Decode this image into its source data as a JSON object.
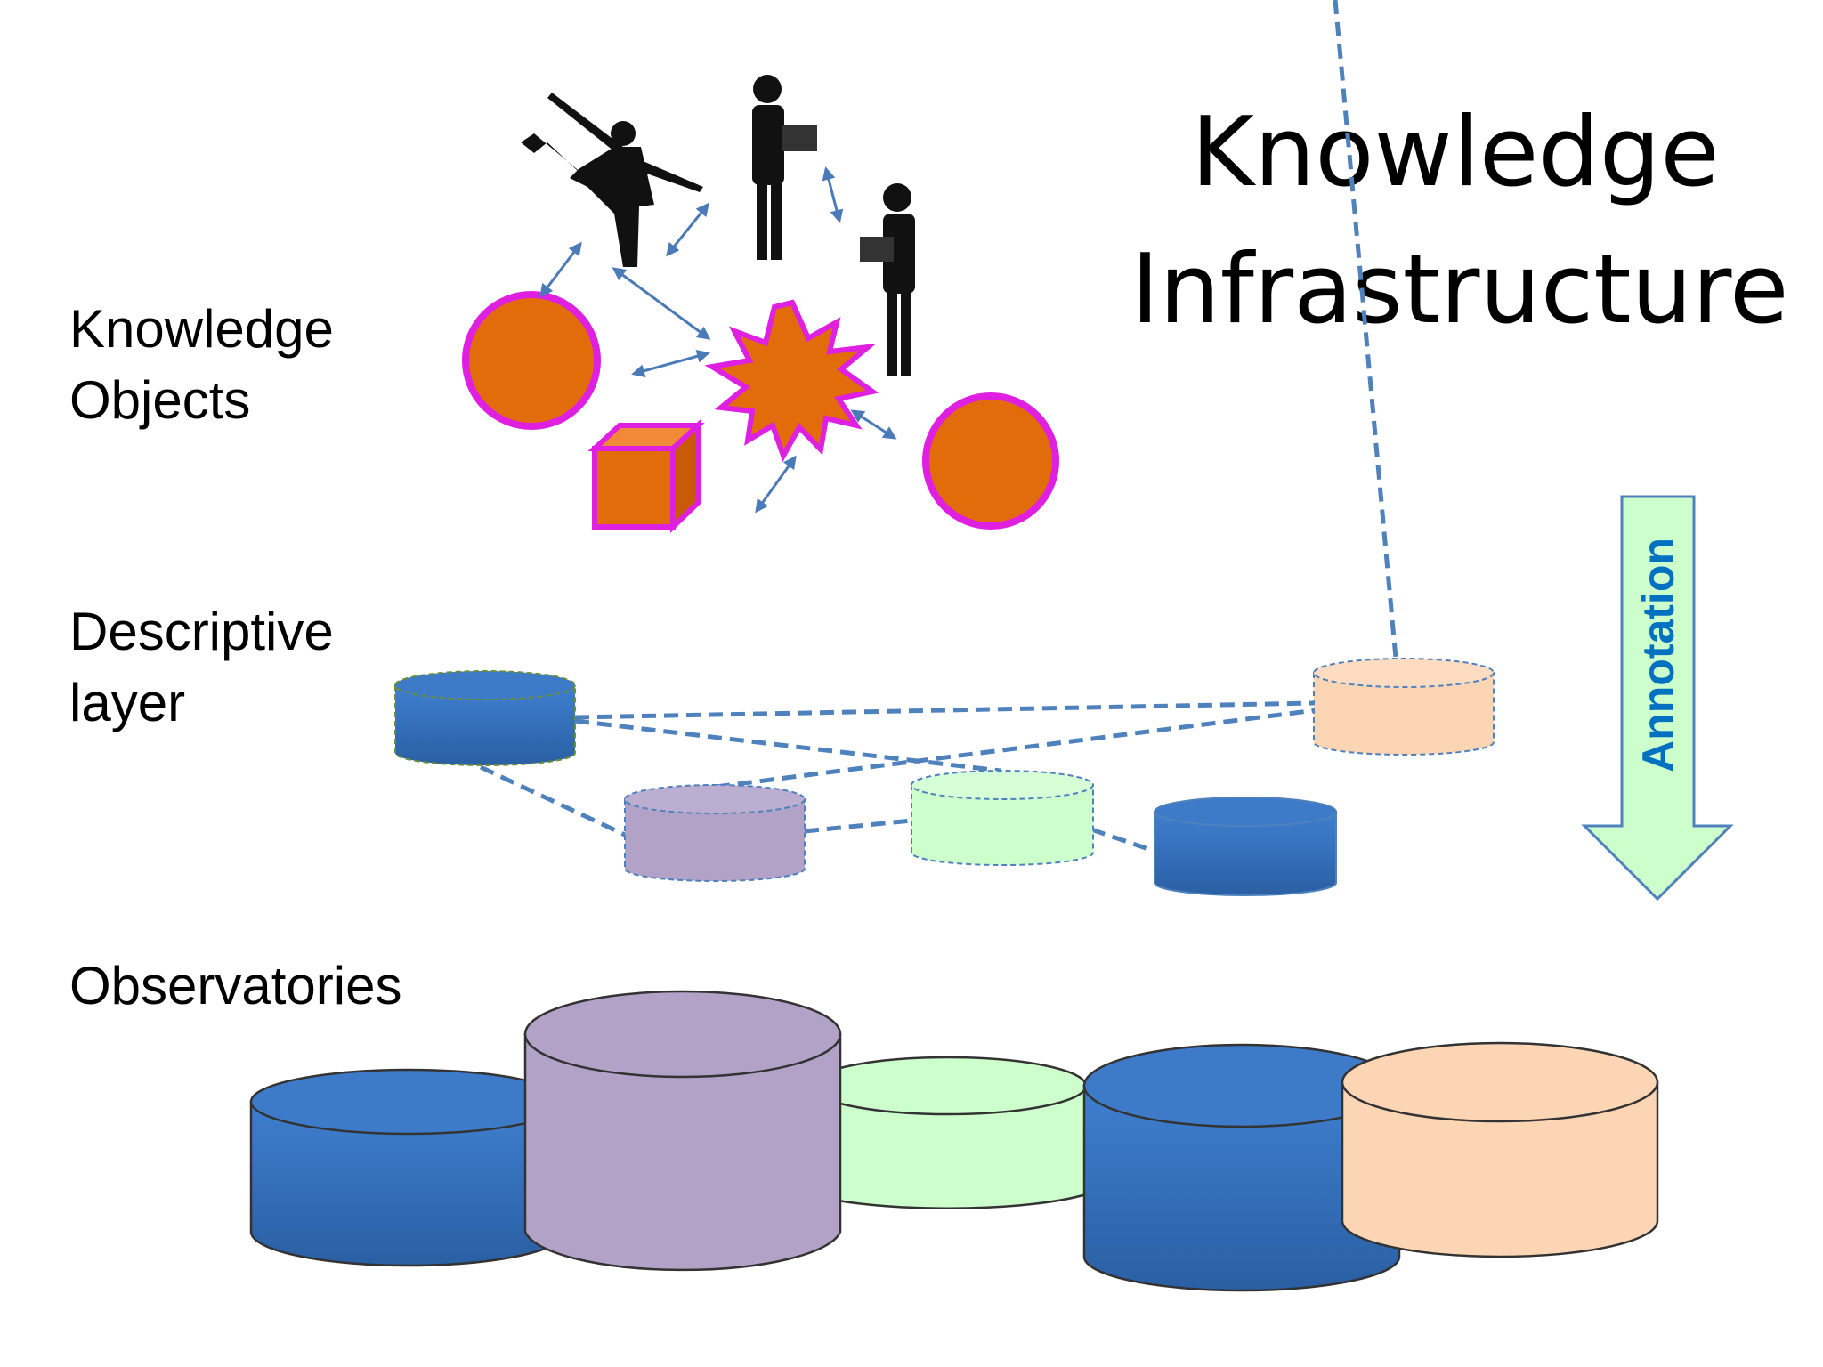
{
  "title": {
    "line1": "Knowledge",
    "line2": "Infrastructure"
  },
  "labels": {
    "knowledge_objects_1": "Knowledge",
    "knowledge_objects_2": "Objects",
    "descriptive_1": "Descriptive",
    "descriptive_2": "layer",
    "observatories": "Observatories"
  },
  "arrow_label": "Annotation",
  "colors": {
    "blue": "#3a78c4",
    "purple": "#b3a2c7",
    "green": "#ccffcc",
    "peach": "#fcd5b5",
    "orange": "#e36c0a",
    "magenta": "#e020e0",
    "dash": "#4f81bd",
    "arrow_fill": "#ccffcc",
    "arrow_stroke": "#4f81bd",
    "annotation_text": "#0070c0"
  },
  "icons": [
    "person-figure-icon",
    "circle-object-icon",
    "cube-object-icon",
    "starburst-object-icon"
  ]
}
